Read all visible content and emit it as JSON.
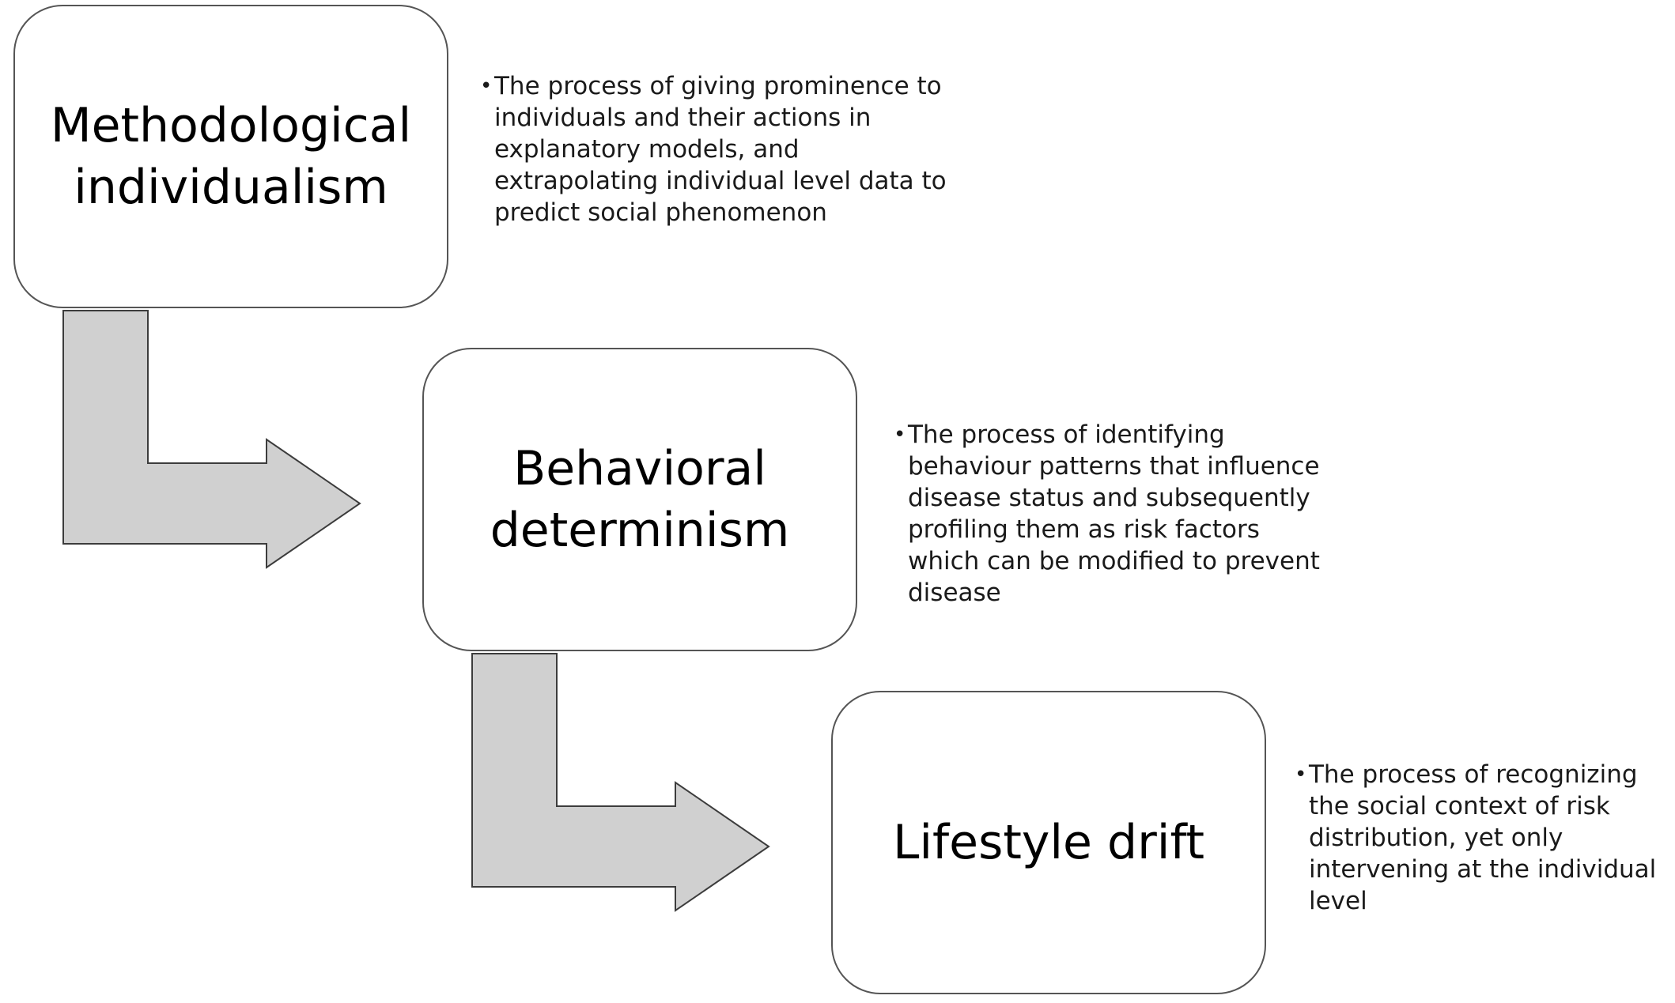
{
  "diagram": {
    "colors": {
      "box_border": "#555555",
      "arrow_fill": "#d0d0d0",
      "arrow_stroke": "#3c3c3c"
    },
    "bullet_symbol": "•",
    "stages": [
      {
        "title": "Methodological individualism",
        "description": "The process of giving prominence to individuals and their actions in explanatory models, and extrapolating individual level data to predict social phenomenon"
      },
      {
        "title": "Behavioral determinism",
        "description": "The process of identifying behaviour patterns that influence disease status and subsequently profiling them as risk factors which can be modified to prevent disease"
      },
      {
        "title": "Lifestyle drift",
        "description": "The process of recognizing the social context of risk distribution, yet only intervening at the individual level"
      }
    ]
  }
}
